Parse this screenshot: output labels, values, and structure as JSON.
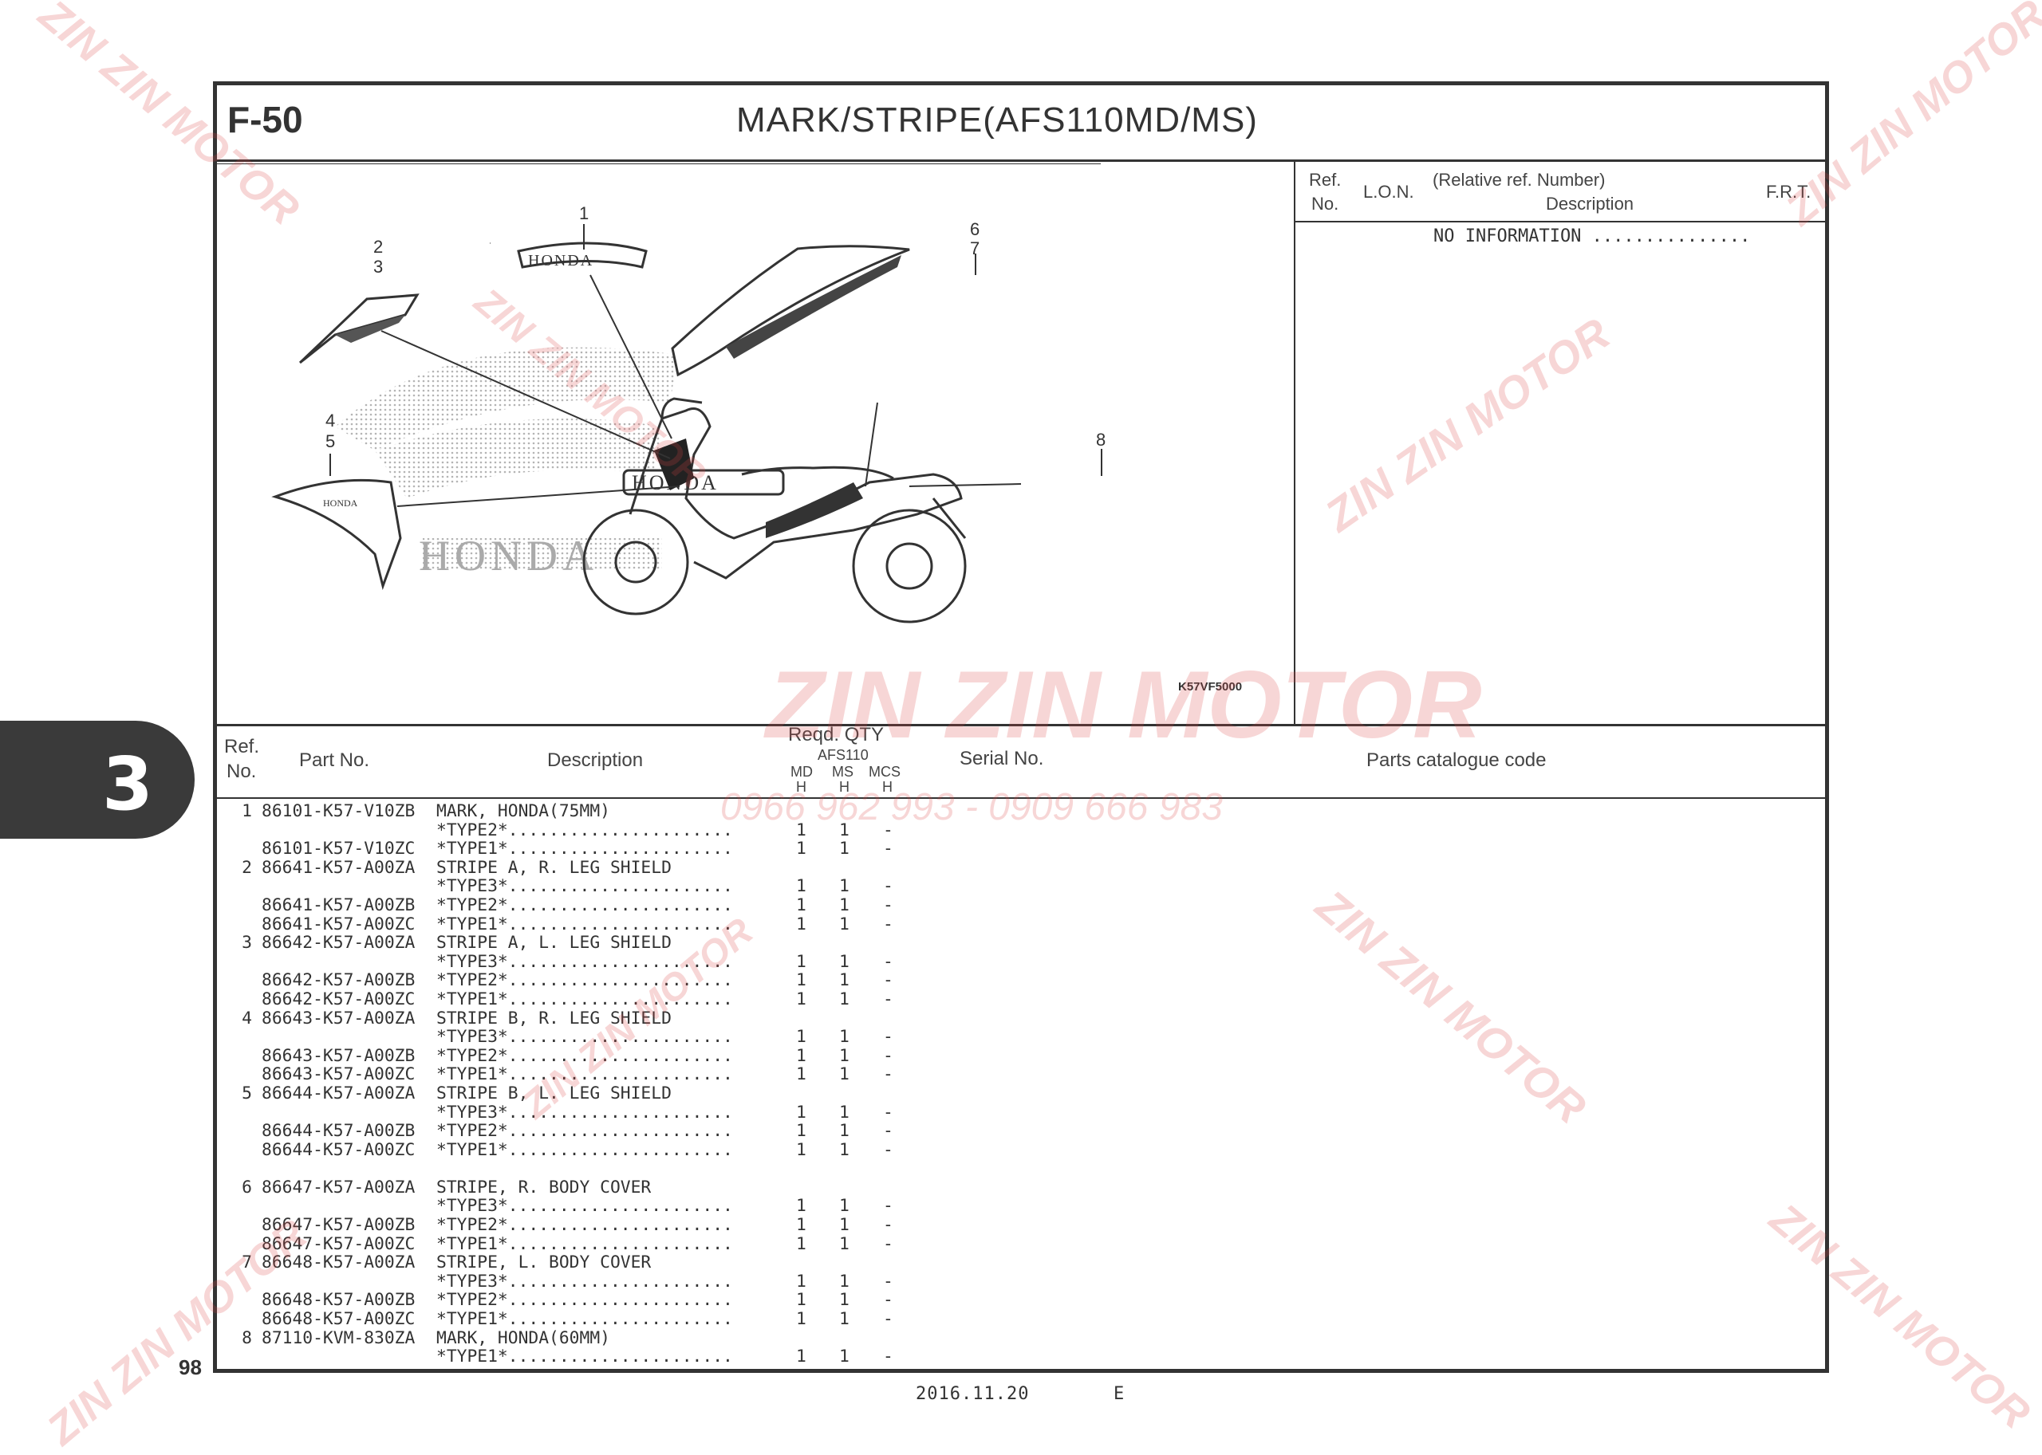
{
  "header": {
    "section_no": "F-50",
    "title": "MARK/STRIPE(AFS110MD/MS)"
  },
  "right_panel": {
    "ref_no_line1": "Ref.",
    "ref_no_line2": "No.",
    "lon": "L.O.N.",
    "relative_ref": "(Relative ref. Number)",
    "description": "Description",
    "frt": "F.R.T.",
    "no_information": "NO INFORMATION ..............."
  },
  "diagram": {
    "code": "K57VF5000",
    "callouts": [
      "1",
      "2",
      "3",
      "4",
      "5",
      "6",
      "7",
      "8"
    ],
    "emblem_text": "HONDA"
  },
  "table_header": {
    "ref_line1": "Ref.",
    "ref_line2": "No.",
    "part_no": "Part  No.",
    "description": "Description",
    "reqd_qty": "Reqd. QTY",
    "model": "AFS110",
    "col_md": "MD",
    "col_ms": "MS",
    "col_mcs": "MCS",
    "sub_h": "H",
    "serial_no": "Serial  No.",
    "catalogue_code": "Parts  catalogue  code"
  },
  "parts": [
    {
      "ref": "1",
      "part": "86101-K57-V10ZB",
      "desc": "MARK, HONDA(75MM)",
      "md": "",
      "ms": "",
      "mcs": ""
    },
    {
      "ref": "",
      "part": "",
      "desc": "*TYPE2*......................",
      "md": "1",
      "ms": "1",
      "mcs": "-"
    },
    {
      "ref": "",
      "part": "86101-K57-V10ZC",
      "desc": "*TYPE1*......................",
      "md": "1",
      "ms": "1",
      "mcs": "-"
    },
    {
      "ref": "2",
      "part": "86641-K57-A00ZA",
      "desc": "STRIPE A, R. LEG SHIELD",
      "md": "",
      "ms": "",
      "mcs": ""
    },
    {
      "ref": "",
      "part": "",
      "desc": "*TYPE3*......................",
      "md": "1",
      "ms": "1",
      "mcs": "-"
    },
    {
      "ref": "",
      "part": "86641-K57-A00ZB",
      "desc": "*TYPE2*......................",
      "md": "1",
      "ms": "1",
      "mcs": "-"
    },
    {
      "ref": "",
      "part": "86641-K57-A00ZC",
      "desc": "*TYPE1*......................",
      "md": "1",
      "ms": "1",
      "mcs": "-"
    },
    {
      "ref": "3",
      "part": "86642-K57-A00ZA",
      "desc": "STRIPE A, L. LEG SHIELD",
      "md": "",
      "ms": "",
      "mcs": ""
    },
    {
      "ref": "",
      "part": "",
      "desc": "*TYPE3*......................",
      "md": "1",
      "ms": "1",
      "mcs": "-"
    },
    {
      "ref": "",
      "part": "86642-K57-A00ZB",
      "desc": "*TYPE2*......................",
      "md": "1",
      "ms": "1",
      "mcs": "-"
    },
    {
      "ref": "",
      "part": "86642-K57-A00ZC",
      "desc": "*TYPE1*......................",
      "md": "1",
      "ms": "1",
      "mcs": "-"
    },
    {
      "ref": "4",
      "part": "86643-K57-A00ZA",
      "desc": "STRIPE B, R. LEG SHIELD",
      "md": "",
      "ms": "",
      "mcs": ""
    },
    {
      "ref": "",
      "part": "",
      "desc": "*TYPE3*......................",
      "md": "1",
      "ms": "1",
      "mcs": "-"
    },
    {
      "ref": "",
      "part": "86643-K57-A00ZB",
      "desc": "*TYPE2*......................",
      "md": "1",
      "ms": "1",
      "mcs": "-"
    },
    {
      "ref": "",
      "part": "86643-K57-A00ZC",
      "desc": "*TYPE1*......................",
      "md": "1",
      "ms": "1",
      "mcs": "-"
    },
    {
      "ref": "5",
      "part": "86644-K57-A00ZA",
      "desc": "STRIPE B, L. LEG SHIELD",
      "md": "",
      "ms": "",
      "mcs": ""
    },
    {
      "ref": "",
      "part": "",
      "desc": "*TYPE3*......................",
      "md": "1",
      "ms": "1",
      "mcs": "-"
    },
    {
      "ref": "",
      "part": "86644-K57-A00ZB",
      "desc": "*TYPE2*......................",
      "md": "1",
      "ms": "1",
      "mcs": "-"
    },
    {
      "ref": "",
      "part": "86644-K57-A00ZC",
      "desc": "*TYPE1*......................",
      "md": "1",
      "ms": "1",
      "mcs": "-"
    },
    {
      "ref": "",
      "part": "",
      "desc": "",
      "md": "",
      "ms": "",
      "mcs": ""
    },
    {
      "ref": "6",
      "part": "86647-K57-A00ZA",
      "desc": "STRIPE, R. BODY COVER",
      "md": "",
      "ms": "",
      "mcs": ""
    },
    {
      "ref": "",
      "part": "",
      "desc": "*TYPE3*......................",
      "md": "1",
      "ms": "1",
      "mcs": "-"
    },
    {
      "ref": "",
      "part": "86647-K57-A00ZB",
      "desc": "*TYPE2*......................",
      "md": "1",
      "ms": "1",
      "mcs": "-"
    },
    {
      "ref": "",
      "part": "86647-K57-A00ZC",
      "desc": "*TYPE1*......................",
      "md": "1",
      "ms": "1",
      "mcs": "-"
    },
    {
      "ref": "7",
      "part": "86648-K57-A00ZA",
      "desc": "STRIPE, L. BODY COVER",
      "md": "",
      "ms": "",
      "mcs": ""
    },
    {
      "ref": "",
      "part": "",
      "desc": "*TYPE3*......................",
      "md": "1",
      "ms": "1",
      "mcs": "-"
    },
    {
      "ref": "",
      "part": "86648-K57-A00ZB",
      "desc": "*TYPE2*......................",
      "md": "1",
      "ms": "1",
      "mcs": "-"
    },
    {
      "ref": "",
      "part": "86648-K57-A00ZC",
      "desc": "*TYPE1*......................",
      "md": "1",
      "ms": "1",
      "mcs": "-"
    },
    {
      "ref": "8",
      "part": "87110-KVM-830ZA",
      "desc": "MARK, HONDA(60MM)",
      "md": "",
      "ms": "",
      "mcs": ""
    },
    {
      "ref": "",
      "part": "",
      "desc": "*TYPE1*......................",
      "md": "1",
      "ms": "1",
      "mcs": "-"
    }
  ],
  "sidebar": {
    "chapter": "3"
  },
  "footer": {
    "page": "98",
    "date": "2016.11.20",
    "lang": "E"
  },
  "watermark": {
    "brand": "ZIN ZIN MOTOR",
    "phone": "0966 962 993 - 0909 666 983",
    "color": "#dc4646"
  }
}
